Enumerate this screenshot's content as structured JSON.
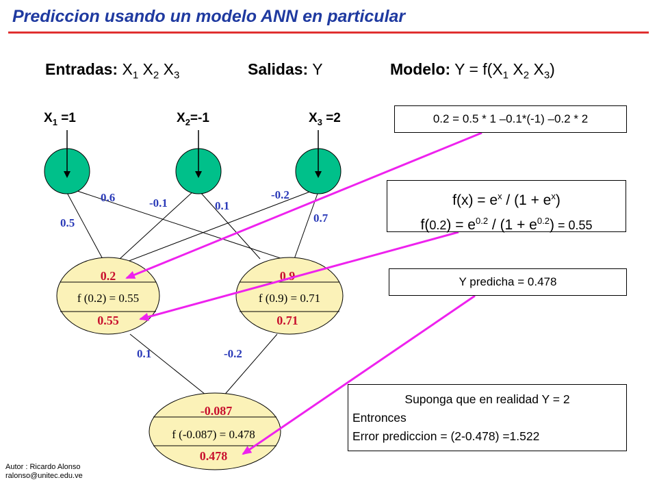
{
  "title": "Prediccion usando un modelo ANN en particular",
  "header": {
    "entradas_label": "Entradas:",
    "entradas_value": [
      "X",
      "1",
      " X",
      "2",
      " X",
      "3"
    ],
    "salidas_label": "Salidas:",
    "salidas_value": "Y",
    "modelo_label": "Modelo:",
    "modelo_value": [
      "Y = f(X",
      "1",
      " X",
      "2",
      " X",
      "3",
      ")"
    ]
  },
  "inputs": [
    {
      "var": "X",
      "sub": "1",
      "assign": " =1"
    },
    {
      "var": "X",
      "sub": "2",
      "assign": "=-1"
    },
    {
      "var": "X",
      "sub": "3",
      "assign": " =2"
    }
  ],
  "weights": {
    "w1_h1": "0.5",
    "w1_h2": "0.6",
    "w2_h1": "-0.1",
    "w2_h2": "0.1",
    "w3_h1": "-0.2",
    "w3_h2": "0.7",
    "h1_out": "0.1",
    "h2_out": "-0.2"
  },
  "hidden1": {
    "sum": "0.2",
    "func": "f (0.2) = 0.55",
    "out": "0.55"
  },
  "hidden2": {
    "sum": "0.9",
    "func": "f (0.9) = 0.71",
    "out": "0.71"
  },
  "output": {
    "sum": "-0.087",
    "func": "f (-0.087) = 0.478",
    "out": "0.478"
  },
  "calc_box": "0.2 = 0.5 * 1 –0.1*(-1) –0.2 * 2",
  "sigmoid_box": {
    "line1": [
      "f(x) = e",
      "x",
      " / (1 + e",
      "x",
      ")"
    ],
    "line2": [
      "f(",
      "0.2",
      ") = e",
      "0.2",
      " / (1 + e",
      "0.2",
      ")",
      " = 0.55"
    ]
  },
  "prediction_box": "Y predicha = 0.478",
  "error_box": {
    "line1": "Suponga que en realidad Y = 2",
    "line2": "Entronces",
    "line3": "Error prediccion = (2-0.478) =1.522"
  },
  "author": {
    "line1": "Autor : Ricardo Alonso",
    "line2": "ralonso@unitec.edu.ve"
  },
  "colors": {
    "title": "#1f3aa0",
    "rule": "#e03030",
    "input_node": "#00c08a",
    "hidden_node": "#fbf2b8",
    "sum_text": "#c8102e",
    "weight_text": "#2a3ab8",
    "arrow": "#ee22ee"
  }
}
